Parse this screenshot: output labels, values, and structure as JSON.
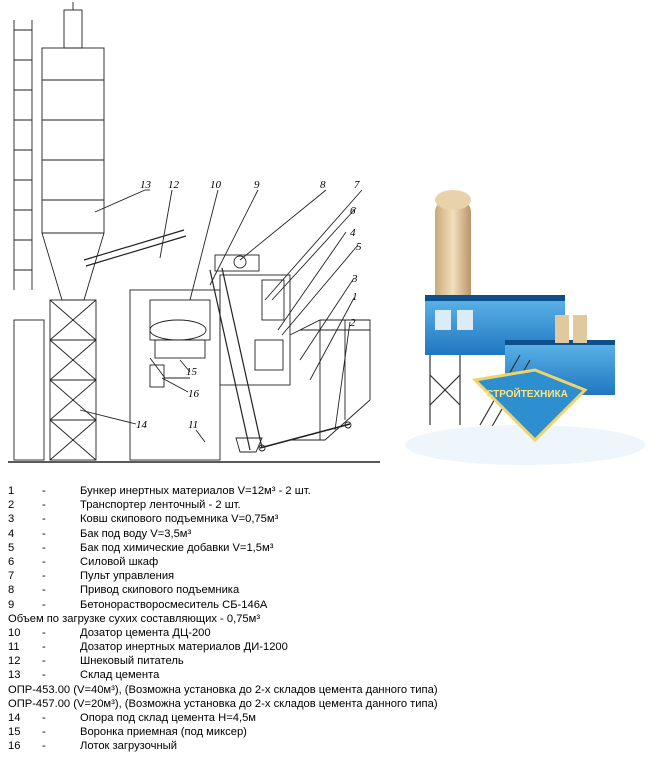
{
  "drawing_callouts": [
    "1",
    "2",
    "3",
    "4",
    "5",
    "6",
    "7",
    "8",
    "9",
    "10",
    "11",
    "12",
    "13",
    "14",
    "15",
    "16"
  ],
  "badge": {
    "text": "СТРОЙТЕХНИКА"
  },
  "legend": [
    {
      "n": "1",
      "dash": "-",
      "text": "Бункер инертных материалов V=12м³ - 2 шт."
    },
    {
      "n": "2",
      "dash": "-",
      "text": "Транспортер ленточный - 2 шт."
    },
    {
      "n": "3",
      "dash": "-",
      "text": "Ковш скипового подъемника V=0,75м³"
    },
    {
      "n": "4",
      "dash": "-",
      "text": "Бак под воду V=3,5м³"
    },
    {
      "n": "5",
      "dash": "-",
      "text": "Бак под химические добавки V=1,5м³"
    },
    {
      "n": "6",
      "dash": "-",
      "text": "Силовой шкаф"
    },
    {
      "n": "7",
      "dash": "-",
      "text": "Пульт управления"
    },
    {
      "n": "8",
      "dash": "-",
      "text": "Привод скипового подъемника"
    },
    {
      "n": "9",
      "dash": "-",
      "text": "Бетонорастворосмеситель СБ-146А"
    }
  ],
  "note_volume": "Объем по загрузке сухих составляющих - 0,75м³",
  "legend2": [
    {
      "n": "10",
      "dash": "-",
      "text": "Дозатор цемента ДЦ-200"
    },
    {
      "n": "11",
      "dash": "-",
      "text": "Дозатор инертных материалов ДИ-1200"
    },
    {
      "n": "12",
      "dash": "-",
      "text": "Шнековый питатель"
    },
    {
      "n": "13",
      "dash": "-",
      "text": "Склад цемента"
    }
  ],
  "note_opr453": "ОПР-453.00 (V=40м³), (Возможна установка до 2-х складов цемента данного типа)",
  "note_opr457": "ОПР-457.00 (V=20м³), (Возможна установка до 2-х складов цемента данного типа)",
  "legend3": [
    {
      "n": "14",
      "dash": "-",
      "text": "Опора под склад цемента Н=4,5м"
    },
    {
      "n": "15",
      "dash": "-",
      "text": "Воронка приемная (под миксер)"
    },
    {
      "n": "16",
      "dash": "-",
      "text": "Лоток загрузочный"
    }
  ]
}
